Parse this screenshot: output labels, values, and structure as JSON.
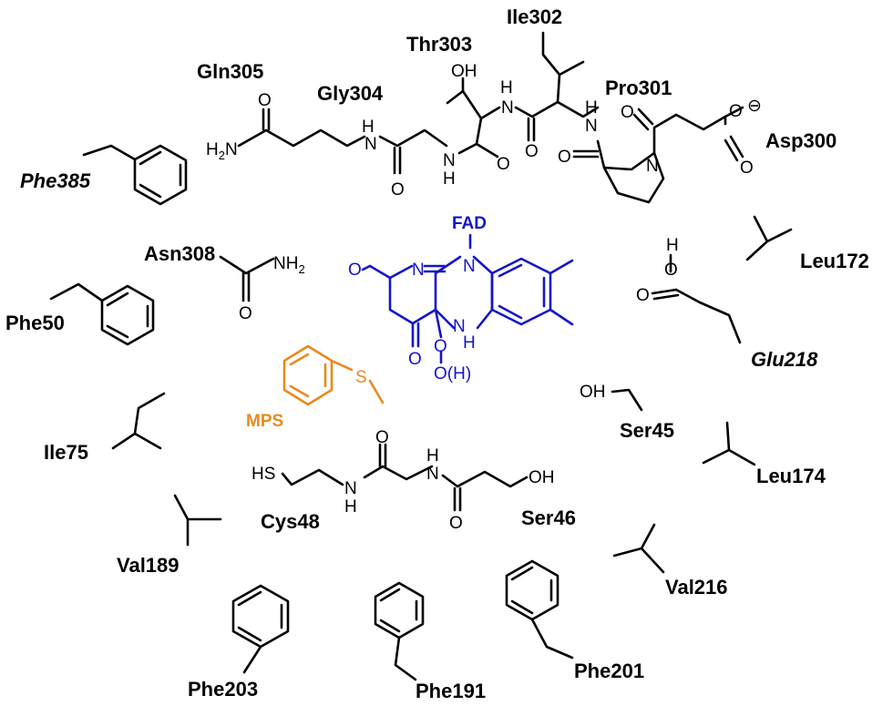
{
  "colors": {
    "default": "#000000",
    "fad": "#1515c8",
    "mps": "#e88a1e"
  },
  "residues": {
    "ile302": "Ile302",
    "thr303": "Thr303",
    "gln305": "Gln305",
    "gly304": "Gly304",
    "pro301": "Pro301",
    "asp300": "Asp300",
    "phe385": "Phe385",
    "asn308": "Asn308",
    "leu172": "Leu172",
    "phe50": "Phe50",
    "glu218": "Glu218",
    "ser45": "Ser45",
    "ile75": "Ile75",
    "leu174": "Leu174",
    "cys48": "Cys48",
    "ser46": "Ser46",
    "val189": "Val189",
    "val216": "Val216",
    "phe201": "Phe201",
    "phe203": "Phe203",
    "phe191": "Phe191"
  },
  "ligands": {
    "fad": "FAD",
    "mps": "MPS"
  },
  "atoms": {
    "oh": "OH",
    "o": "O",
    "h": "H",
    "n": "N",
    "s": "S",
    "hs": "HS",
    "h2n": "H",
    "nh2": "NH",
    "subscript_2": "2",
    "neg_charge": "⊖",
    "o_h": "O(H)"
  }
}
